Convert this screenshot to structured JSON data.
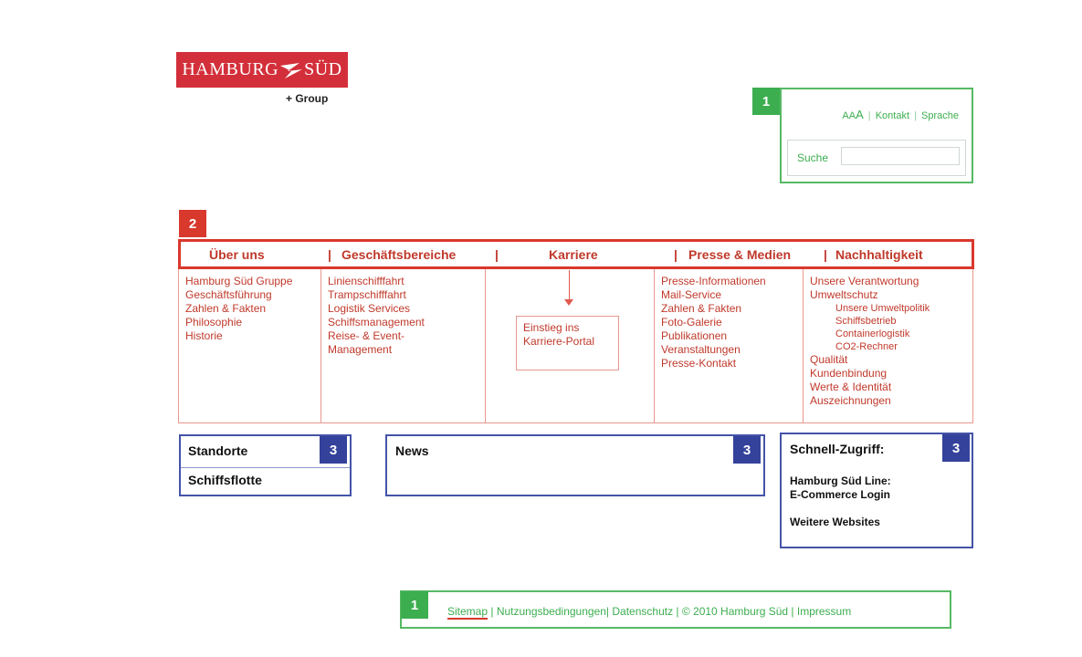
{
  "logo": {
    "left": "HAMBURG",
    "right": "SÜD",
    "group": "+ Group"
  },
  "badges": {
    "one": "1",
    "two": "2",
    "three": "3"
  },
  "utility": {
    "aaa_small": "AA",
    "aaa_large": "A",
    "sep": "|",
    "kontakt": "Kontakt",
    "sprache": "Sprache",
    "search_label": "Suche",
    "search_value": ""
  },
  "nav": {
    "items": [
      "Über uns",
      "Geschäftsbereiche",
      "Karriere",
      "Presse & Medien",
      "Nachhaltigkeit"
    ],
    "pipe": "|"
  },
  "columns": {
    "ueber_uns": [
      "Hamburg Süd Gruppe",
      "Geschäftsführung",
      "Zahlen & Fakten",
      "Philosophie",
      "Historie"
    ],
    "geschaeft": [
      "Linienschifffahrt",
      "Trampschifffahrt",
      "Logistik Services",
      "Schiffsmanagement",
      "Reise- & Event-",
      "Management"
    ],
    "karriere_box": [
      "Einstieg ins",
      "Karriere-Portal"
    ],
    "presse": [
      "Presse-Informationen",
      "Mail-Service",
      "Zahlen & Fakten",
      "Foto-Galerie",
      "Publikationen",
      "Veranstaltungen",
      "Presse-Kontakt"
    ],
    "nachhaltigkeit": {
      "top": [
        "Unsere Verantwortung",
        "Umweltschutz"
      ],
      "sub": [
        "Unsere Umweltpolitik",
        "Schiffsbetrieb",
        "Containerlogistik",
        "CO2-Rechner"
      ],
      "bottom": [
        "Qualität",
        "Kundenbindung",
        "Werte & Identität",
        "Auszeichnungen"
      ]
    }
  },
  "boxes": {
    "standorte": "Standorte",
    "schiffsflotte": "Schiffsflotte",
    "news": "News",
    "schnell": "Schnell-Zugriff:",
    "line1": "Hamburg Süd Line:",
    "line2": "E-Commerce Login",
    "weitere": "Weitere Websites"
  },
  "footer": {
    "sitemap": "Sitemap",
    "rest": " | Nutzungsbedingungen| Datenschutz | © 2010 Hamburg Süd | Impressum"
  }
}
